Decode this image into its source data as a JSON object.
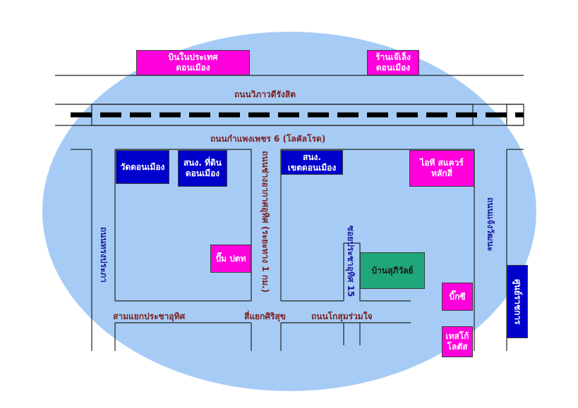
{
  "colors": {
    "area": "#a6ccf5",
    "road_line": "#222222",
    "rail": "#000000",
    "magenta": "#ff00dd",
    "blue_box": "#0000cc",
    "green_box": "#1fa67a",
    "road_label_dark": "#7a1f1f",
    "road_label_blue": "#1a1aa0"
  },
  "roads": {
    "vibhavadi": "ถนนวิภาวดีรังสิต",
    "kamphaeng_phet_6": "ถนนกำแพงเพชร 6 (โลคัลโรด)",
    "chang_akat_uthit": "ถนนช่างอากาศอุทิศ (ระยะทาง 1 กม.)",
    "song_prapa": "ถนนทรงประภา",
    "soi_pracha_uthit_15": "ซอยประชาอุทิศ 15",
    "cheng_wattana": "ถนนแจ้งวัฒนะ",
    "khosum_ruam_jai": "ถนนโกสุมร่วมใจ"
  },
  "junctions": {
    "sam_yaek_pracha_uthit": "สามแยกประชาอุทิศ",
    "si_yaek_sirisuk": "สี่แยกศิริสุข"
  },
  "places": {
    "domestic_airport": "บินในประเทศ\nดอนเมือง",
    "seven_eleven": "ร้านเจ๊เล็ง\nดอนเมือง",
    "wat_don_mueang": "วัดดอนเมือง",
    "land_office": "สนง. ที่ดิน\nดอนเมือง",
    "gas_station": "ปั๊ม ปตท",
    "district_office": "สนง.\nเขตดอนเมือง",
    "it_square": "ไอที สแควร์\nหลักสี่",
    "ban_suphawan": "บ้านสุภีวัลย์",
    "big_c": "บิ๊กซี",
    "tesco_lotus": "เทสโก้\nโลตัส",
    "government_center": "ศูนย์ราชการ"
  }
}
